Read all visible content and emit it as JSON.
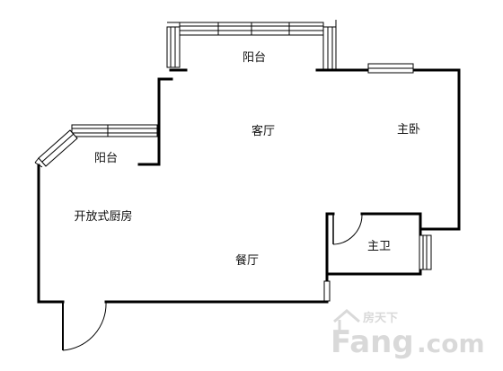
{
  "floorplan": {
    "rooms": [
      {
        "id": "balcony-top",
        "label": "阳台"
      },
      {
        "id": "living-room",
        "label": "客厅"
      },
      {
        "id": "master-bedroom",
        "label": "主卧"
      },
      {
        "id": "balcony-left",
        "label": "阳台"
      },
      {
        "id": "open-kitchen",
        "label": "开放式厨房"
      },
      {
        "id": "master-bath",
        "label": "主卫"
      },
      {
        "id": "dining-room",
        "label": "餐厅"
      }
    ]
  },
  "watermark": {
    "cn": "房天下",
    "brand_main": "Fang",
    "brand_suffix": ".com",
    "color": "#cccccc"
  },
  "colors": {
    "wall": "#000000",
    "window_fill": "#ffffff",
    "window_stroke": "#000000"
  }
}
